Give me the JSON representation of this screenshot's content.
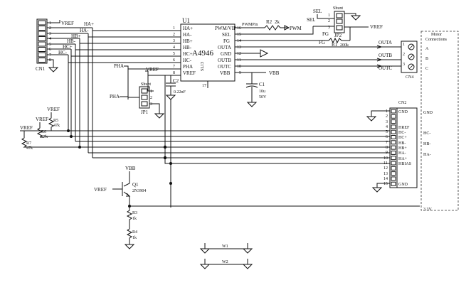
{
  "u1": {
    "ref": "U1",
    "part": "A4946",
    "pkg": "SL13",
    "pins_left": [
      "HA+",
      "HA-",
      "HB+",
      "HB-",
      "HC+",
      "HC-",
      "PHA",
      "VREF"
    ],
    "nums_left": [
      "1",
      "2",
      "3",
      "4",
      "5",
      "6",
      "7",
      "8"
    ],
    "pins_right": [
      "PWM/VIP",
      "SEL",
      "FG",
      "OUTA",
      "GND",
      "OUTB",
      "OUTC",
      "VBB"
    ],
    "nums_right": [
      "16",
      "15",
      "14",
      "13",
      "12",
      "11",
      "10",
      "9"
    ],
    "pin17": "17"
  },
  "cn1": {
    "ref": "CN1",
    "pins": [
      "1",
      "2",
      "3",
      "4",
      "5",
      "6",
      "7",
      "8"
    ]
  },
  "cn1_labels": {
    "vref": "VREF",
    "ha_pos": "HA+",
    "ha_neg": "HA-",
    "hb_pos": "HB+",
    "hb_neg": "HB-",
    "hc_pos": "HC+",
    "hc_neg": "HC-"
  },
  "pha": {
    "label": "PHA",
    "vref": "VREF",
    "pha_in": "PHA"
  },
  "jp1": {
    "ref": "JP1",
    "title": "Shunt",
    "pins": [
      "1",
      "2",
      "3"
    ]
  },
  "jp2": {
    "ref": "JP2",
    "title": "Shunt",
    "pins": [
      "1",
      "2",
      "3"
    ]
  },
  "c2": {
    "ref": "C2",
    "value": "0.22nF"
  },
  "c1": {
    "ref": "C1",
    "value": "10u",
    "voltage": "50V"
  },
  "r2": {
    "ref": "R2",
    "value": "2k"
  },
  "r1": {
    "ref": "R1",
    "value": "200k"
  },
  "r3": {
    "ref": "R3",
    "value": "1k"
  },
  "r4": {
    "ref": "R4",
    "value": "1k"
  },
  "r5": {
    "ref": "R5",
    "value": "47k"
  },
  "r6": {
    "ref": "R6",
    "value": "47k"
  },
  "r7": {
    "ref": "R7",
    "value": "47k"
  },
  "q1": {
    "ref": "Q1",
    "part": "2N3904",
    "vbb": "VBB",
    "vref": "VREF"
  },
  "nets": {
    "pwm_pin": "PWMPin",
    "pwm": "PWM",
    "sel": "SEL",
    "fg": "FG",
    "fg_r": "FG",
    "vref_jp2": "VREF",
    "vbb": "VBB",
    "out_a": "OUTA",
    "out_b": "OUTB",
    "out_c": "OUTC",
    "r5_vref": "VREF",
    "r6_vref": "VREF",
    "r7_vref": "VREF"
  },
  "cn4": {
    "ref": "CN4",
    "pins": [
      "1",
      "2",
      "3"
    ]
  },
  "motor": {
    "title1": "Motor",
    "title2": "Connections",
    "a": "A",
    "b": "B",
    "c": "C"
  },
  "cn2": {
    "ref": "CN2",
    "nums": [
      "1",
      "2",
      "3",
      "4",
      "5",
      "6",
      "7",
      "8",
      "9",
      "10",
      "11",
      "12",
      "13",
      "14",
      "15"
    ],
    "labels": [
      "GND",
      "",
      "",
      "HREF",
      "HC-",
      "HC+",
      "HB-",
      "HB+",
      "HA-",
      "HA+",
      "HBIAS",
      "",
      "",
      "",
      "GND"
    ]
  },
  "right_labels": {
    "gnd": "GND",
    "hc": "HC-",
    "hb": "HB-",
    "ha": "HA-",
    "v33": "3.3V"
  },
  "wires": {
    "w1": "W1",
    "w2": "W2"
  }
}
